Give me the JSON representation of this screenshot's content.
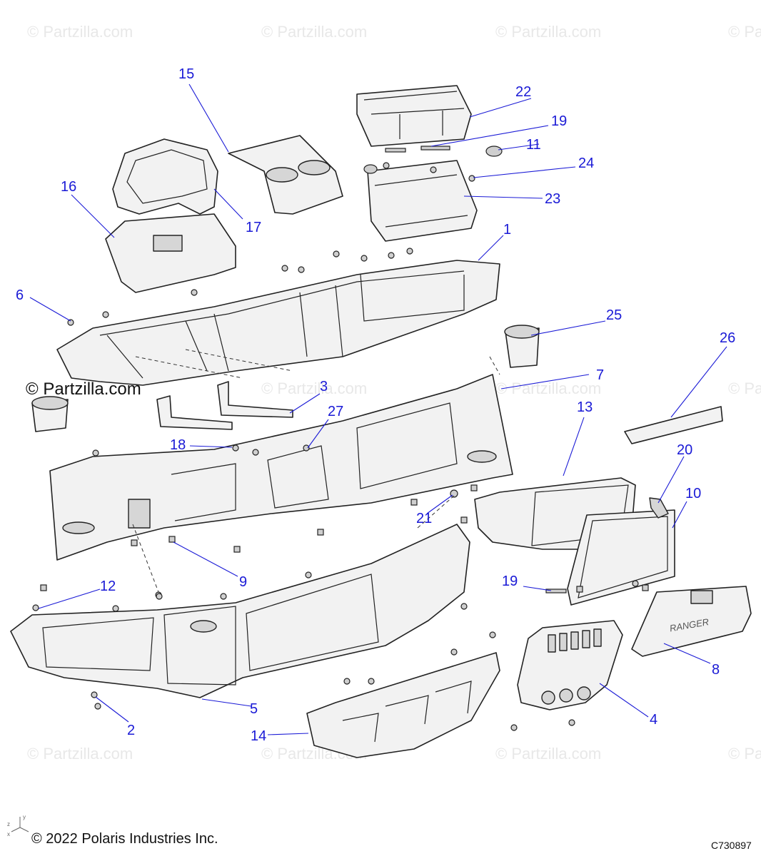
{
  "watermark": {
    "text": "© Partzilla.com",
    "prominent_text": "© Partzilla.com"
  },
  "callouts": [
    {
      "id": "1",
      "label": "1"
    },
    {
      "id": "2",
      "label": "2"
    },
    {
      "id": "3",
      "label": "3"
    },
    {
      "id": "4",
      "label": "4"
    },
    {
      "id": "5",
      "label": "5"
    },
    {
      "id": "6",
      "label": "6"
    },
    {
      "id": "7",
      "label": "7"
    },
    {
      "id": "8",
      "label": "8"
    },
    {
      "id": "9",
      "label": "9"
    },
    {
      "id": "10",
      "label": "10"
    },
    {
      "id": "11",
      "label": "11"
    },
    {
      "id": "12",
      "label": "12"
    },
    {
      "id": "13",
      "label": "13"
    },
    {
      "id": "14",
      "label": "14"
    },
    {
      "id": "15",
      "label": "15"
    },
    {
      "id": "16",
      "label": "16"
    },
    {
      "id": "17",
      "label": "17"
    },
    {
      "id": "18",
      "label": "18"
    },
    {
      "id": "19a",
      "label": "19"
    },
    {
      "id": "19b",
      "label": "19"
    },
    {
      "id": "20",
      "label": "20"
    },
    {
      "id": "21",
      "label": "21"
    },
    {
      "id": "22",
      "label": "22"
    },
    {
      "id": "23",
      "label": "23"
    },
    {
      "id": "24",
      "label": "24"
    },
    {
      "id": "25",
      "label": "25"
    },
    {
      "id": "26",
      "label": "26"
    },
    {
      "id": "27",
      "label": "27"
    }
  ],
  "embossed_brand": "RANGER",
  "footer": {
    "copyright": "© 2022 Polaris Industries Inc.",
    "drawing_code": "C730897"
  },
  "axes": {
    "z": "z",
    "x": "x",
    "y": "y"
  },
  "colors": {
    "callout": "#1a1ad6",
    "line": "#222222",
    "watermark": "#e8e8e8"
  }
}
